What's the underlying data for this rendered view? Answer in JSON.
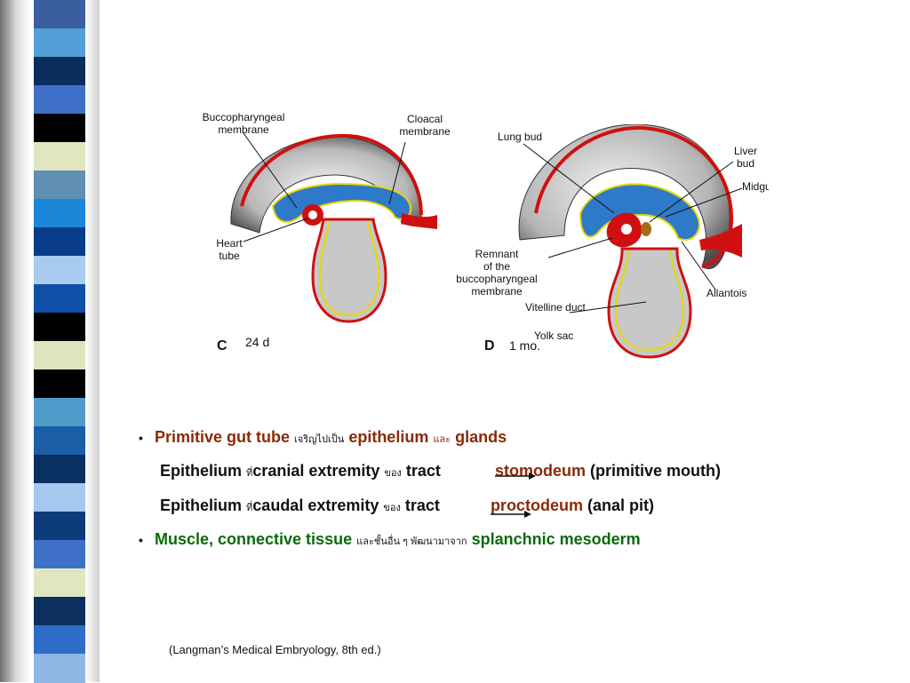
{
  "stripe_colors": [
    "#3b5f9e",
    "#53a0d9",
    "#0a2d5c",
    "#3f70c8",
    "#000000",
    "#e2e6c0",
    "#5f8fb3",
    "#1c86d8",
    "#093d8a",
    "#a8cbef",
    "#0f4fa8",
    "#000000",
    "#e0e4be",
    "#000000",
    "#4f9bc9",
    "#1a5ea8",
    "#0a2f61",
    "#a3c9f0",
    "#0e3c7a",
    "#3f70c8",
    "#e2e6c0",
    "#0b2f5e",
    "#2f6cc7",
    "#8fb7e6"
  ],
  "figure_c": {
    "labels": {
      "bucco": [
        "Buccopharyngeal",
        "membrane"
      ],
      "cloacal": [
        "Cloacal",
        "membrane"
      ],
      "heart": [
        "Heart",
        "tube"
      ]
    },
    "panel": "C",
    "age": "24 d"
  },
  "figure_d": {
    "labels": {
      "lung": "Lung bud",
      "liver": [
        "Liver",
        "bud"
      ],
      "midgut": "Midgut",
      "remnant": [
        "Remnant",
        "of the",
        "buccopharyngeal",
        "membrane"
      ],
      "allantois": "Allantois",
      "vitelline": "Vitelline duct",
      "yolk": "Yolk sac"
    },
    "panel": "D",
    "age": "1 mo."
  },
  "line1": {
    "bullet": "•",
    "a": "Primitive gut tube",
    "thai1": "เจริญไปเป็น",
    "b": "epithelium",
    "thai2": "และ",
    "c": "glands"
  },
  "line2": {
    "a": "Epithelium",
    "thai1": "ที่",
    "b": "cranial extremity",
    "thai2": "ของ",
    "c": "tract",
    "d1": "stom",
    "d2": "odeum",
    "e": "(primitive mouth)"
  },
  "line3": {
    "a": "Epithelium",
    "thai1": "ที่",
    "b": "caudal extremity",
    "thai2": "ของ",
    "c": "tract",
    "d1": "proc",
    "d2": "todeum",
    "e": "(anal pit)"
  },
  "line4": {
    "bullet": "•",
    "a": "Muscle, connective tissue",
    "thai1": "และชั้นอื่น ๆ พัฒนามาจาก",
    "b": "splanchnic mesoderm"
  },
  "citation": "(Langman’s Medical Embryology, 8th ed.)"
}
